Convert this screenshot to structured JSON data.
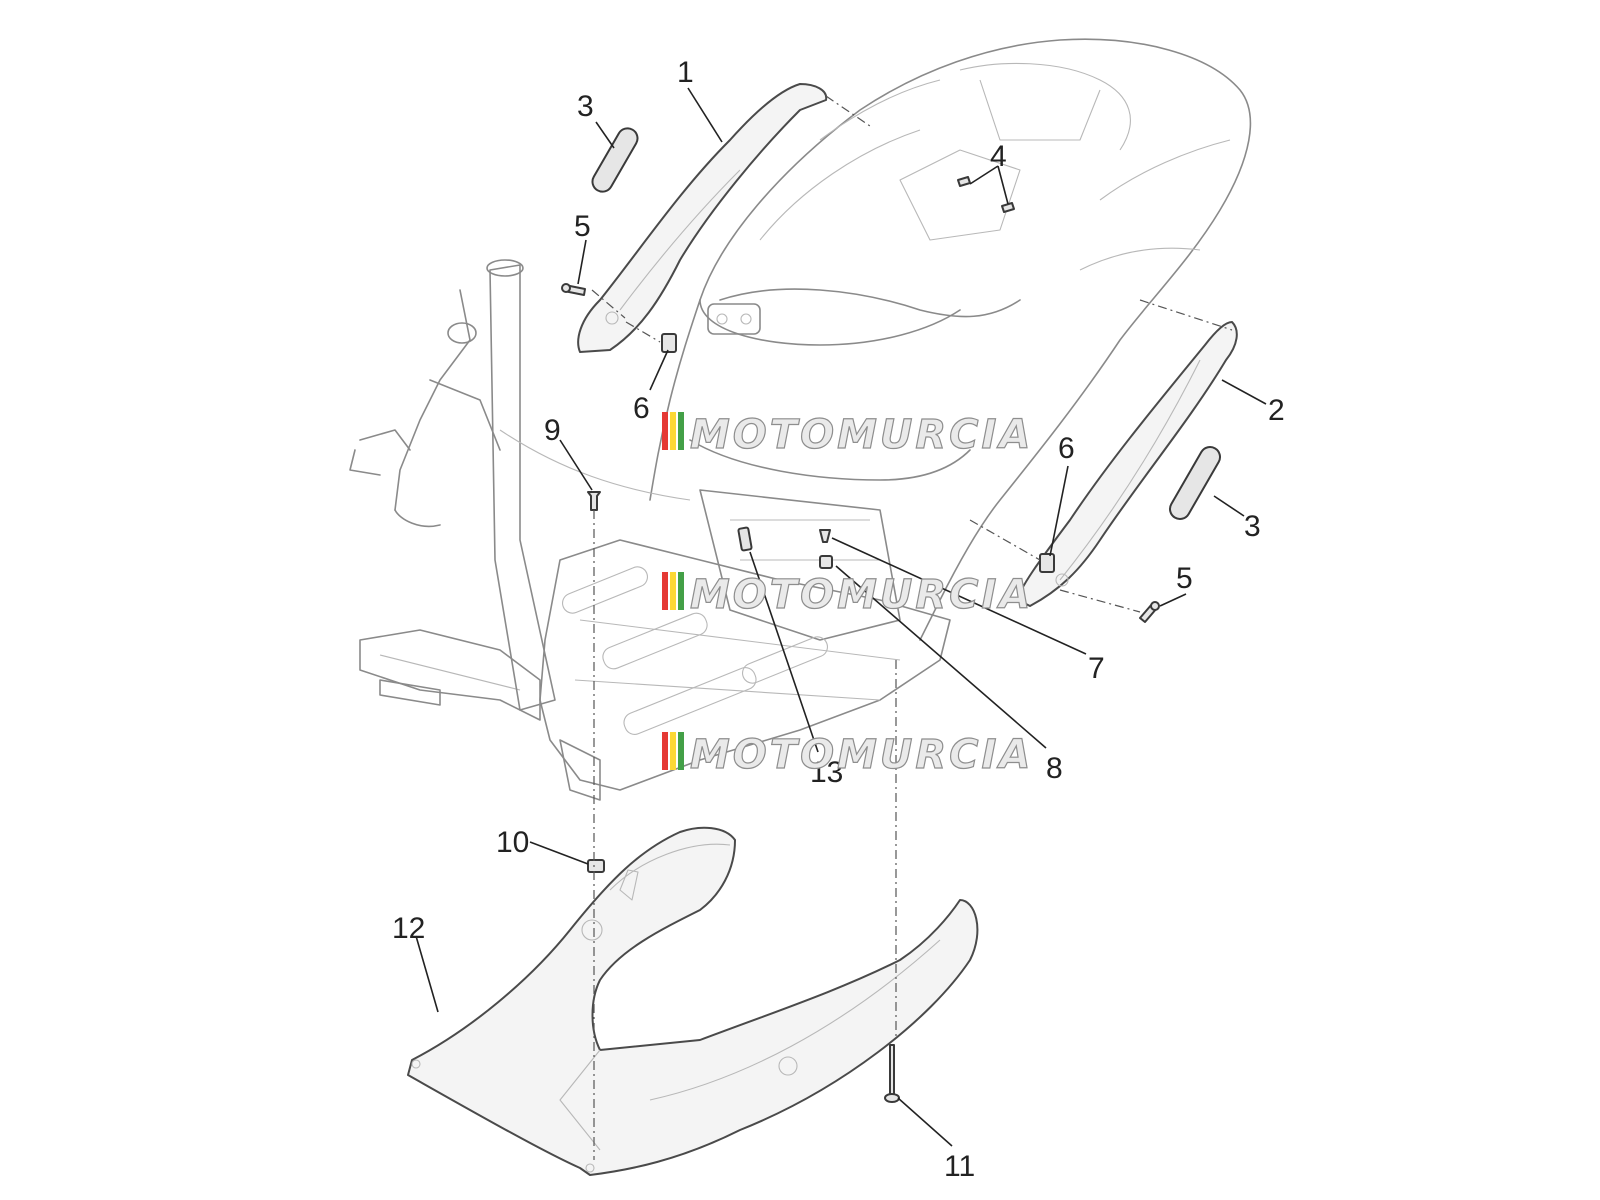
{
  "diagram": {
    "callouts": [
      {
        "id": "c1",
        "text": "1"
      },
      {
        "id": "c2",
        "text": "2"
      },
      {
        "id": "c3a",
        "text": "3"
      },
      {
        "id": "c3b",
        "text": "3"
      },
      {
        "id": "c4",
        "text": "4"
      },
      {
        "id": "c5a",
        "text": "5"
      },
      {
        "id": "c5b",
        "text": "5"
      },
      {
        "id": "c6a",
        "text": "6"
      },
      {
        "id": "c6b",
        "text": "6"
      },
      {
        "id": "c7",
        "text": "7"
      },
      {
        "id": "c8",
        "text": "8"
      },
      {
        "id": "c9",
        "text": "9"
      },
      {
        "id": "c10",
        "text": "10"
      },
      {
        "id": "c11",
        "text": "11"
      },
      {
        "id": "c12",
        "text": "12"
      },
      {
        "id": "c13",
        "text": "13"
      }
    ]
  },
  "watermark": {
    "text": "MOTOMURCIA",
    "stripe_colors": [
      "#e53935",
      "#fdd835",
      "#43a047"
    ]
  }
}
